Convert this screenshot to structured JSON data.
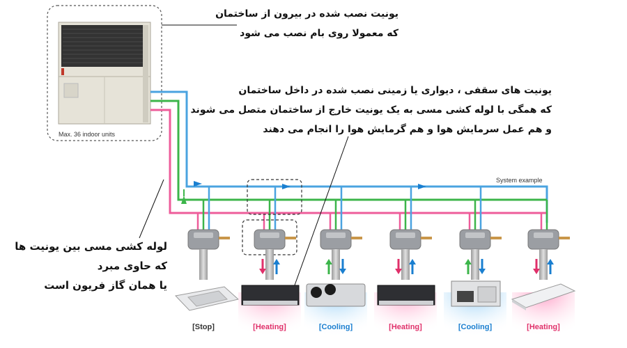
{
  "annotations": {
    "outdoor": [
      "یونیت نصب شده در بیرون از ساختمان",
      "که معمولا روی بام نصب می شود"
    ],
    "indoor": [
      "یونیت های سقفی ، دیواری یا زمینی نصب شده در داخل ساختمان",
      "که همگی با لوله کشی مسی به یک یونیت خارج از ساختمان متصل می شوند",
      "و هم عمل سرمایش هوا و هم گرمایش هوا را انجام می دهند"
    ],
    "piping": [
      "لوله کشی مسی بین یونیت ها",
      "که حاوی مبرد",
      "یا همان گاز فریون است"
    ]
  },
  "outdoor_unit_caption": "Max. 36 indoor units",
  "system_example": "System example",
  "indoor_units": [
    {
      "mode": "[Stop]",
      "type": "ceiling-cassette"
    },
    {
      "mode": "[Heating]",
      "type": "ceiling-concealed"
    },
    {
      "mode": "[Cooling]",
      "type": "ducted"
    },
    {
      "mode": "[Heating]",
      "type": "ceiling-concealed"
    },
    {
      "mode": "[Cooling]",
      "type": "ducted-large"
    },
    {
      "mode": "[Heating]",
      "type": "ceiling-suspended"
    }
  ],
  "colors": {
    "heating": "#e0306a",
    "cooling": "#1a7fd0",
    "pipe_blue": "#4aa3e0",
    "pipe_green": "#3cb54a",
    "pipe_pink": "#ee5c9a",
    "stop": "#333333"
  }
}
